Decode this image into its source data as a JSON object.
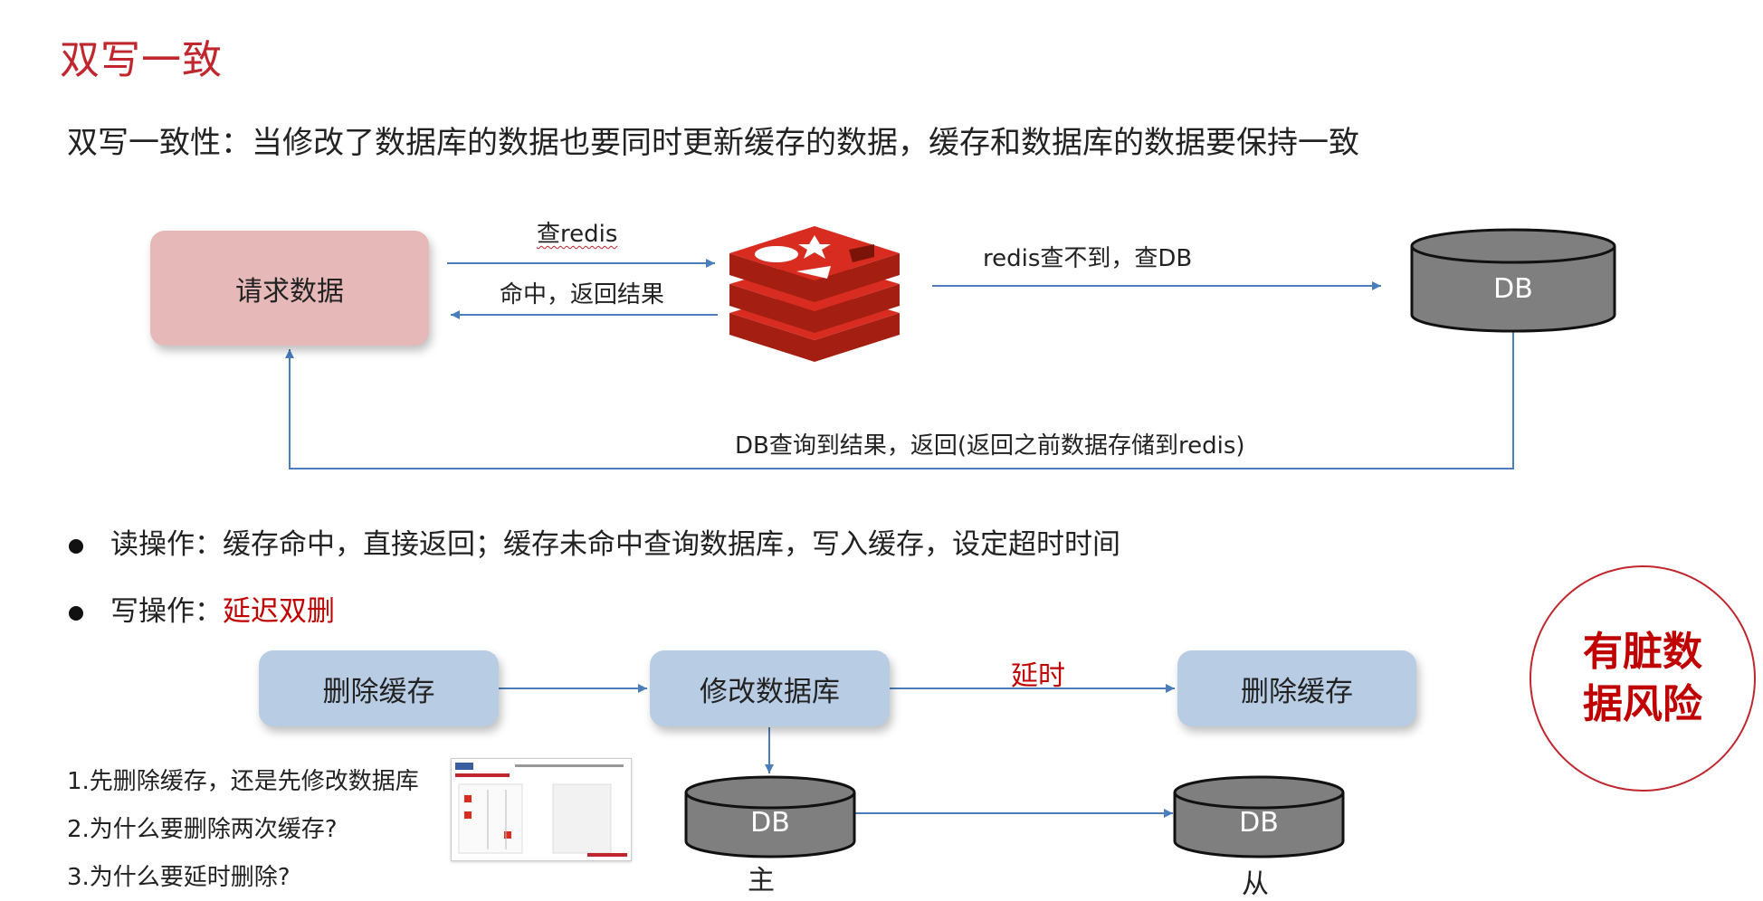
{
  "title": "双写一致",
  "subtitle": "双写一致性：当修改了数据库的数据也要同时更新缓存的数据，缓存和数据库的数据要保持一致",
  "read_diagram": {
    "request_box": "请求数据",
    "query_redis": "查redis",
    "hit_return": "命中，返回结果",
    "redis_miss": "redis查不到，查DB",
    "db_label": "DB",
    "db_return": "DB查询到结果，返回(返回之前数据存储到redis)"
  },
  "bullets": {
    "read_prefix": "读操作：",
    "read_text": "缓存命中，直接返回；缓存未命中查询数据库，写入缓存，设定超时时间",
    "write_prefix": "写操作：",
    "write_highlight": "延迟双删"
  },
  "write_flow": {
    "step1": "删除缓存",
    "step2": "修改数据库",
    "delay": "延时",
    "step3": "删除缓存",
    "db_master_label": "DB",
    "db_slave_label": "DB",
    "master": "主",
    "slave": "从"
  },
  "questions": [
    "1.先删除缓存，还是先修改数据库",
    "2.为什么要删除两次缓存?",
    "3.为什么要延时删除?"
  ],
  "risk": {
    "line1": "有脏数",
    "line2": "据风险"
  },
  "colors": {
    "title_red": "#c0262d",
    "highlight_red": "#c00000",
    "request_box": "#e6b8b8",
    "flow_box": "#b8cce4",
    "arrow_blue": "#4a7ebb",
    "db_gray": "#7f7f7f",
    "redis_red": "#d82c20"
  },
  "icons": [
    "redis-logo-icon",
    "database-cylinder-icon",
    "bullet-dot-icon",
    "thumbnail-image"
  ]
}
